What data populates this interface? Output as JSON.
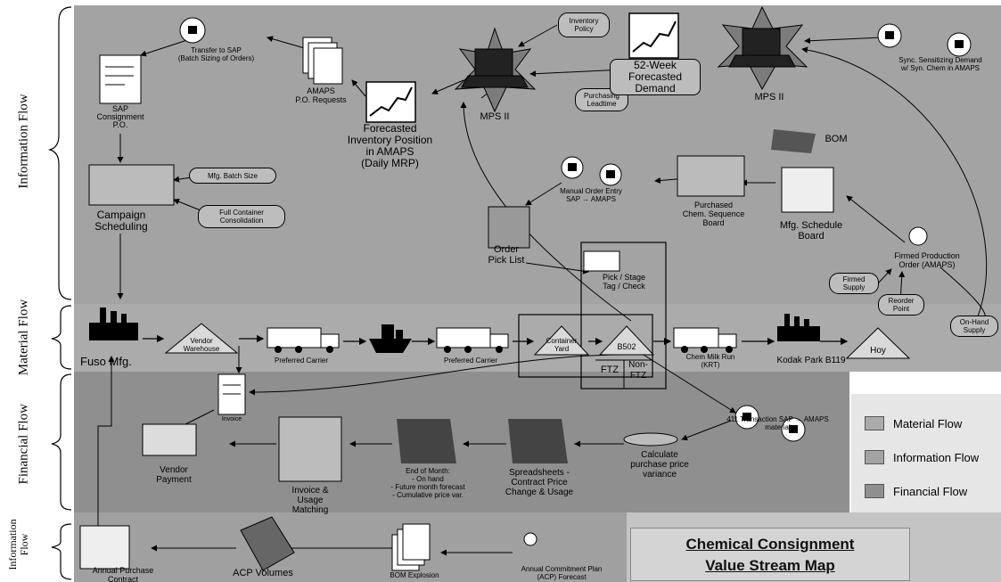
{
  "title": {
    "line1": "Chemical Consignment",
    "line2": "Value Stream Map"
  },
  "flow_labels": {
    "information": "Information Flow",
    "material": "Material Flow",
    "financial": "Financial Flow",
    "information2": "Information\nFlow"
  },
  "legend": [
    {
      "label": "Material Flow",
      "color": "#ababab"
    },
    {
      "label": "Information Flow",
      "color": "#a3a3a3"
    },
    {
      "label": "Financial Flow",
      "color": "#8f8f8f"
    }
  ],
  "info": {
    "inventory_policy": "Inventory\nPolicy",
    "transfer_sap": "Transfer to SAP\n(Batch Sizing of Orders)",
    "sap_consignment": "SAP\nConsignment\nP.O.",
    "amaps_po": "AMAPS\nP.O. Requests",
    "forecasted_inventory": "Forecasted\nInventory Position\nin AMAPS\n(Daily MRP)",
    "mps_left": "MPS II",
    "purchasing_leadtime": "Purchasing\nLeadtime",
    "forecasted_demand": "52-Week\nForecasted\nDemand",
    "mps_right": "MPS II",
    "sync": "Sync. Sensitizing Demand\nw/ Syn. Chem in AMAPS",
    "mfg_batch_size": "Mfg. Batch Size",
    "full_container": "Full Container\nConsolidation",
    "campaign_scheduling": "Campaign\nScheduling",
    "bom": "BOM",
    "manual_order": "Manual Order Entry\nSAP → AMAPS",
    "purchased_chem": "Purchased\nChem. Sequence\nBoard",
    "order_pick_list": "Order\nPick List",
    "mfg_schedule": "Mfg. Schedule\nBoard",
    "pick_stage": "Pick / Stage\nTag / Check",
    "firmed_production": "Firmed Production\nOrder (AMAPS)",
    "firmed_supply": "Firmed\nSupply",
    "reorder_point": "Reorder\nPoint",
    "on_hand_supply": "On-Hand\nSupply"
  },
  "material": {
    "fuso": "Fuso Mfg.",
    "vendor_warehouse": "Vendor\nWarehouse",
    "preferred_carrier_1": "Preferred Carrier",
    "preferred_carrier_2": "Preferred Carrier",
    "container_yard": "Container\nYard",
    "b502": "B502",
    "ftz": "FTZ",
    "non_ftz": "Non-\nFTZ",
    "chem_milk_run": "Chem Milk Run\n(KRT)",
    "kodak_park": "Kodak Park B119",
    "hoy": "Hoy"
  },
  "financial": {
    "invoice": "Invoice",
    "vendor_payment": "Vendor\nPayment",
    "invoice_usage": "Invoice &\nUsage\nMatching",
    "end_of_month": "End of Month:\n- On hand\n- Future month forecast\n- Cumulative price var.",
    "spreadsheets": "Spreadsheets -\nContract Price\nChange & Usage",
    "calculate_ppv": "Calculate\npurchase price\nvariance",
    "transaction_411": "411 Transaction SAP → AMAPS\nmaterial"
  },
  "bottom": {
    "annual_purchase": "Annual Purchase\nContract",
    "acp_volumes": "ACP Volumes",
    "bom_explosion": "BOM Explosion",
    "annual_commitment": "Annual Commitment Plan\n(ACP) Forecast"
  }
}
